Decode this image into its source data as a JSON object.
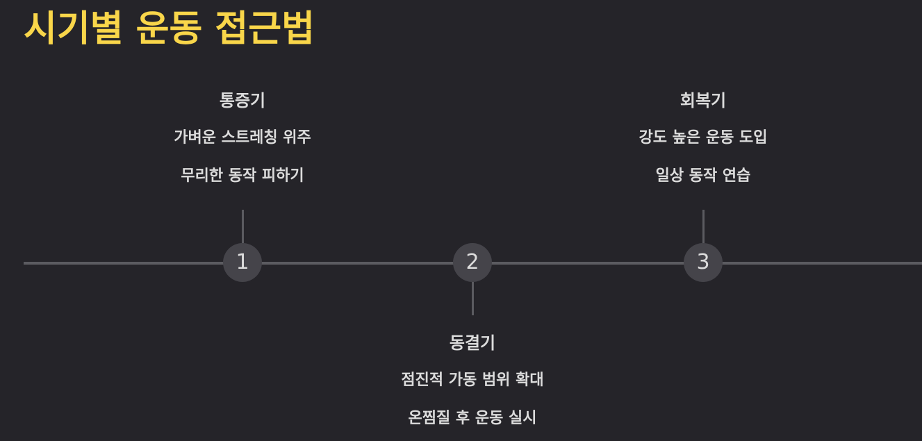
{
  "title": "시기별 운동 접근법",
  "colors": {
    "background": "#252429",
    "title": "#f9d64a",
    "text": "#dcdcdc",
    "line": "#5b5b60",
    "node_fill": "#45444a",
    "node_text": "#dcdcdc"
  },
  "stages": [
    {
      "number": "1",
      "title": "통증기",
      "items": [
        "가벼운 스트레칭 위주",
        "무리한 동작 피하기"
      ]
    },
    {
      "number": "2",
      "title": "동결기",
      "items": [
        "점진적 가동 범위 확대",
        "온찜질 후 운동 실시"
      ]
    },
    {
      "number": "3",
      "title": "회복기",
      "items": [
        "강도 높은 운동 도입",
        "일상 동작 연습"
      ]
    }
  ]
}
